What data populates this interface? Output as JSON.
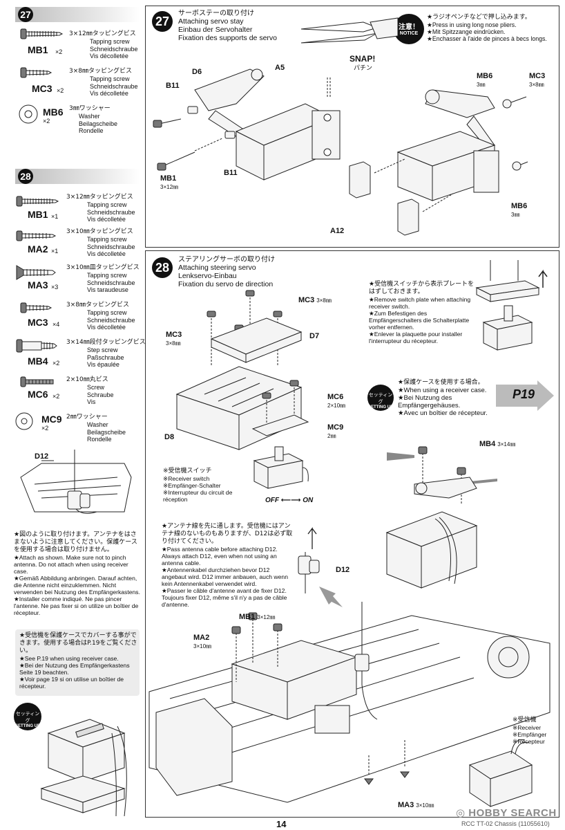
{
  "sidebar27": {
    "num": "27",
    "parts": [
      {
        "code": "MB1",
        "qty": "×2",
        "jp": "3×12㎜タッピングビス",
        "en": "Tapping screw",
        "de": "Schneidschraube",
        "fr": "Vis décolletée"
      },
      {
        "code": "MC3",
        "qty": "×2",
        "jp": "3×8㎜タッピングビス",
        "en": "Tapping screw",
        "de": "Schneidschraube",
        "fr": "Vis décolletée"
      },
      {
        "code": "MB6",
        "qty": "×2",
        "jp": "3㎜ワッシャー",
        "en": "Washer",
        "de": "Beilagscheibe",
        "fr": "Rondelle"
      }
    ]
  },
  "sidebar28": {
    "num": "28",
    "parts": [
      {
        "code": "MB1",
        "qty": "×1",
        "jp": "3×12㎜タッピングビス",
        "en": "Tapping screw",
        "de": "Schneidschraube",
        "fr": "Vis décolletée"
      },
      {
        "code": "MA2",
        "qty": "×1",
        "jp": "3×10㎜タッピングビス",
        "en": "Tapping screw",
        "de": "Schneidschraube",
        "fr": "Vis décolletée"
      },
      {
        "code": "MA3",
        "qty": "×3",
        "jp": "3×10㎜皿タッピングビス",
        "en": "Tapping screw",
        "de": "Schneidschraube",
        "fr": "Vis taraudeuse"
      },
      {
        "code": "MC3",
        "qty": "×4",
        "jp": "3×8㎜タッピングビス",
        "en": "Tapping screw",
        "de": "Schneidschraube",
        "fr": "Vis décolletée"
      },
      {
        "code": "MB4",
        "qty": "×2",
        "jp": "3×14㎜段付タッピングビス",
        "en": "Step screw",
        "de": "Paßschraube",
        "fr": "Vis épaulée"
      },
      {
        "code": "MC6",
        "qty": "×2",
        "jp": "2×10㎜丸ビス",
        "en": "Screw",
        "de": "Schraube",
        "fr": "Vis"
      },
      {
        "code": "MC9",
        "qty": "×2",
        "jp": "2㎜ワッシャー",
        "en": "Washer",
        "de": "Beilagscheibe",
        "fr": "Rondelle"
      }
    ]
  },
  "leftNotes": {
    "d12": "D12",
    "attach": [
      "★図のように取り付けます。アンテナをはさまないように注意してください。保護ケースを使用する場合は取り付けません。",
      "★Attach as shown. Make sure not to pinch antenna. Do not attach when using receiver case.",
      "★Gemäß Abbildung anbringen. Darauf achten, die Antenne nicht einzuklemmen. Nicht verwenden bei Nutzung des Empfängerkastens.",
      "★Installer comme indiqué. Ne pas pincer l'antenne. Ne pas fixer si on utilize un boîtier de récepteur."
    ],
    "cover": [
      "★受信機を保護ケースでカバーする事ができます。使用する場合はP.19をご覧ください。",
      "★See P.19 when using receiver case.",
      "★Bei der Nutzung des Empfängerkastens Seite 19 beachten.",
      "★Voir page 19 si on utilise un boîtier de récepteur."
    ],
    "setting_jp": "セッティング",
    "setting_en": "SETTING UP"
  },
  "step27": {
    "num": "27",
    "title_jp": "サーボステーの取り付け",
    "title_en": "Attaching servo stay",
    "title_de": "Einbau der Servohalter",
    "title_fr": "Fixation des supports de servo",
    "notice_jp": "注意！",
    "notice_en": "NOTICE",
    "notice": [
      "★ラジオペンチなどで押し込みます。",
      "★Press in using long nose pliers.",
      "★Mit Spitzzange eindrücken.",
      "★Enchasser à l'aide de pinces à becs longs."
    ],
    "snap": "SNAP!",
    "snap_jp": "パチン",
    "labels": {
      "a5": "A5",
      "d6": "D6",
      "b11a": "B11",
      "b11b": "B11",
      "mb1": "MB1",
      "mb1_size": "3×12㎜",
      "mb6a": "MB6",
      "mb6a_size": "3㎜",
      "mc3": "MC3",
      "mc3_size": "3×8㎜",
      "mb6b": "MB6",
      "mb6b_size": "3㎜",
      "a12": "A12"
    }
  },
  "step28": {
    "num": "28",
    "title_jp": "ステアリングサーボの取り付け",
    "title_en": "Attaching steering servo",
    "title_de": "Lenkservo-Einbau",
    "title_fr": "Fixation du servo de direction",
    "plate": [
      "★受信機スイッチから表示プレートをはずしておきます。",
      "★Remove switch plate when attaching receiver switch.",
      "★Zum Befestigen des Empfängerschalters die Schalterplatte vorher entfernen.",
      "★Enlever la plaquette pour installer l'interrupteur du récepteur."
    ],
    "case": [
      "★保護ケースを使用する場合。",
      "★When using a receiver case.",
      "★Bei Nutzung des Empfängergehäuses.",
      "★Avec un boîtier de récepteur."
    ],
    "page_ref": "P19",
    "switch": [
      "※受信機スイッチ",
      "※Receiver switch",
      "※Empfänger-Schalter",
      "※Interrupteur du circuit de réception"
    ],
    "off": "OFF",
    "on": "ON",
    "antenna": [
      "★アンテナ線を先に通します。受信機にはアンテナ線のないものもありますが、D12は必ず取り付けてください。",
      "★Pass antenna cable before attaching D12. Always attach D12, even when not using an antenna cable.",
      "★Antennenkabel durchziehen bevor D12 angebaut wird. D12 immer anbauen, auch wenn kein Antennenkabel verwendet wird.",
      "★Passer le câble d'antenne avant de fixer D12. Toujours fixer D12, même s'il n'y a pas de câble d'antenne."
    ],
    "receiver": [
      "※受信機",
      "※Receiver",
      "※Empfänger",
      "※Récepteur"
    ],
    "labels": {
      "mc3a": "MC3",
      "mc3a_size": "3×8㎜",
      "mc3b": "MC3",
      "mc3b_size": "3×8㎜",
      "d7": "D7",
      "mc6": "MC6",
      "mc6_size": "2×10㎜",
      "mc9": "MC9",
      "mc9_size": "2㎜",
      "d8": "D8",
      "mb4": "MB4",
      "mb4_size": "3×14㎜",
      "d12": "D12",
      "mb1": "MB1",
      "mb1_size": "3×12㎜",
      "ma2": "MA2",
      "ma2_size": "3×10㎜",
      "ma3": "MA3",
      "ma3_size": "3×10㎜"
    }
  },
  "footer": {
    "page": "14",
    "model": "RCC TT-02 Chassis (11055610)",
    "watermark": "HOBBY SEARCH"
  }
}
